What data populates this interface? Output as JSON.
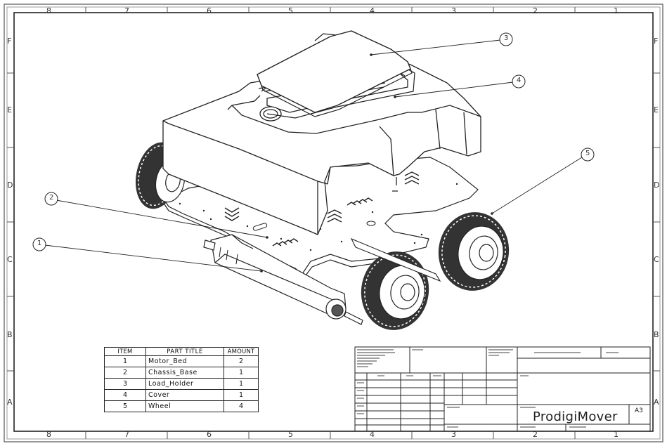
{
  "sheet": {
    "top_zone_labels": [
      "8",
      "7",
      "6",
      "5",
      "4",
      "3",
      "2",
      "1"
    ],
    "bottom_zone_labels": [
      "8",
      "7",
      "6",
      "5",
      "4",
      "3",
      "2",
      "1"
    ],
    "left_zone_labels": [
      "F",
      "E",
      "D",
      "C",
      "B",
      "A"
    ],
    "right_zone_labels": [
      "F",
      "E",
      "D",
      "C",
      "B",
      "A"
    ]
  },
  "balloons": [
    {
      "label": "1"
    },
    {
      "label": "2"
    },
    {
      "label": "3"
    },
    {
      "label": "4"
    },
    {
      "label": "5"
    }
  ],
  "bom": {
    "headers": {
      "item": "ITEM",
      "part": "PART TITLE",
      "amount": "AMOUNT"
    },
    "rows": [
      {
        "item": "1",
        "part": "Motor_Bed",
        "amount": "2"
      },
      {
        "item": "2",
        "part": "Chassis_Base",
        "amount": "1"
      },
      {
        "item": "3",
        "part": "Load_Holder",
        "amount": "1"
      },
      {
        "item": "4",
        "part": "Cover",
        "amount": "1"
      },
      {
        "item": "5",
        "part": "Wheel",
        "amount": "4"
      }
    ]
  },
  "title_block": {
    "drawing_name": "ProdigiMover",
    "sheet_size": "A3"
  }
}
